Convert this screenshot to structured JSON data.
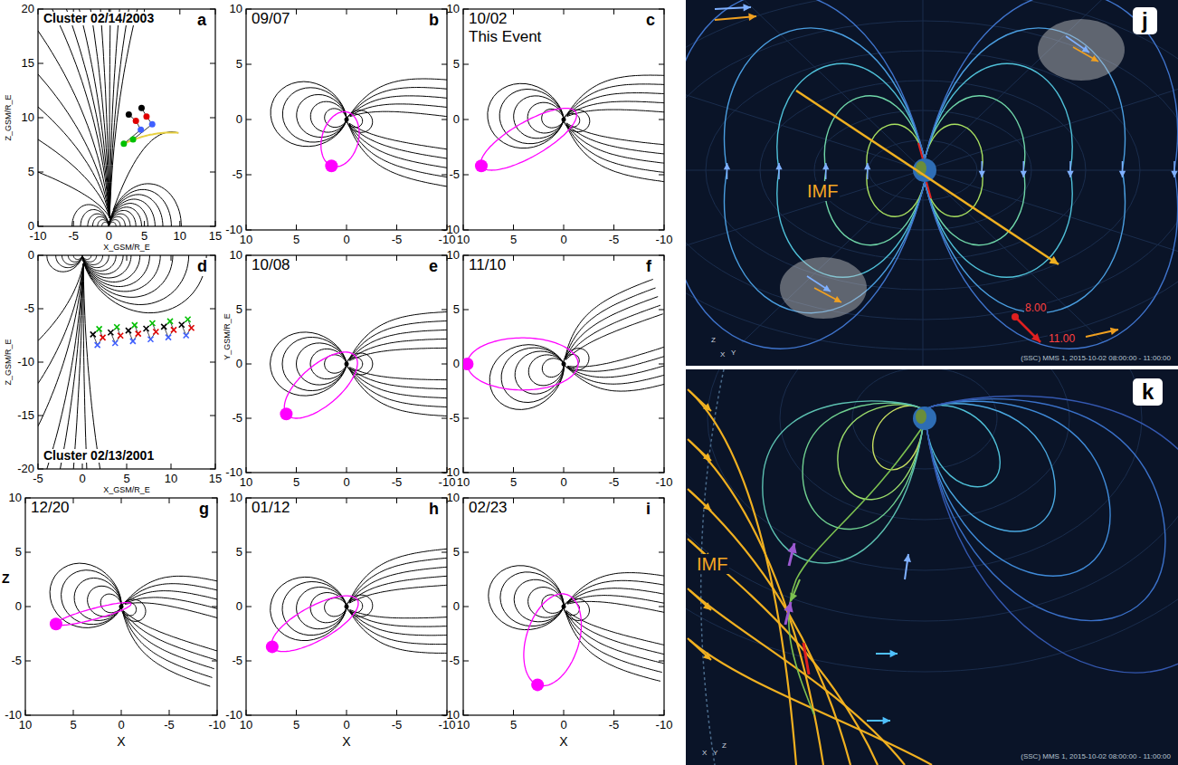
{
  "diagram": {
    "labels": [
      "Cluster 02/14/2003",
      "a",
      "20",
      "15",
      "10",
      "5",
      "0",
      "-10",
      "-5",
      "0",
      "5",
      "10",
      "15",
      "Z_GSM/R_E",
      "X_GSM/R_E",
      "09/07",
      "b",
      "10",
      "5",
      "0",
      "-5",
      "-10",
      "10",
      "5",
      "0",
      "-5",
      "-10",
      "10/02",
      "This Event",
      "c",
      "10",
      "5",
      "0",
      "-5",
      "-10",
      "10",
      "5",
      "0",
      "-5",
      "-10",
      "Cluster 02/13/2001",
      "d",
      "0",
      "-5",
      "-10",
      "-15",
      "-20",
      "-5",
      "0",
      "5",
      "10",
      "15",
      "Z_GSM/R_E",
      "X_GSM/R_E",
      "10/08",
      "e",
      "10",
      "5",
      "0",
      "-5",
      "-10",
      "10",
      "5",
      "0",
      "-5",
      "-10",
      "Y_GSM/R_E",
      "11/10",
      "f",
      "10",
      "5",
      "0",
      "-5",
      "-10",
      "10",
      "5",
      "0",
      "-5",
      "-10",
      "12/20",
      "g",
      "10",
      "5",
      "0",
      "-5",
      "-10",
      "10",
      "5",
      "0",
      "-5",
      "-10",
      "Z",
      "X",
      "01/12",
      "h",
      "10",
      "5",
      "0",
      "-5",
      "-10",
      "10",
      "5",
      "0",
      "-5",
      "-10",
      "X",
      "02/23",
      "i",
      "10",
      "5",
      "0",
      "-5",
      "-10",
      "10",
      "5",
      "0",
      "-5",
      "-10",
      "X",
      "j",
      "IMF",
      "8.00",
      "11.00",
      "(SSC) MMS 1, 2015-10-02 08:00:00 - 11:00:00",
      "Z",
      "X",
      "Y",
      "k",
      "IMF",
      "(SSC) MMS 1, 2015-10-02 08:00:00 - 11:00:00",
      "X",
      "Y",
      "Z"
    ]
  }
}
